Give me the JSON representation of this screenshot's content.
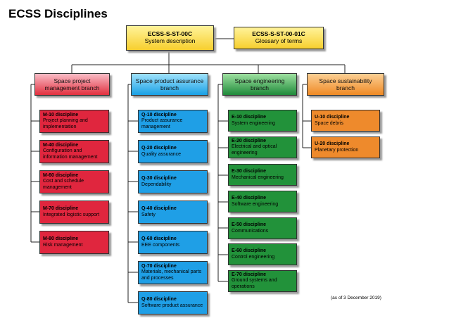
{
  "title": "ECSS Disciplines",
  "top": {
    "system": {
      "code": "ECSS-S-ST-00C",
      "desc": "System description"
    },
    "glossary": {
      "code": "ECSS-S-ST-00-01C",
      "desc": "Glossary of terms"
    }
  },
  "branches": {
    "pm": {
      "label": "Space project management branch"
    },
    "pa": {
      "label": "Space product assurance branch"
    },
    "en": {
      "label": "Space engineering branch"
    },
    "su": {
      "label": "Space sustainability branch"
    }
  },
  "pm": [
    {
      "code": "M-10 discipline",
      "desc": "Project planning and implementation"
    },
    {
      "code": "M-40 discipline",
      "desc": "Configuration and information management"
    },
    {
      "code": "M-60 discipline",
      "desc": "Cost and schedule management"
    },
    {
      "code": "M-70 discipline",
      "desc": "Integrated logistic support"
    },
    {
      "code": "M-80 discipline",
      "desc": "Risk management"
    }
  ],
  "pa": [
    {
      "code": "Q-10 discipline",
      "desc": "Product assurance management"
    },
    {
      "code": "Q-20 discipline",
      "desc": "Quality assurance"
    },
    {
      "code": "Q-30 discipline",
      "desc": "Dependability"
    },
    {
      "code": "Q-40 discipline",
      "desc": "Safety"
    },
    {
      "code": "Q-60 discipline",
      "desc": "EEE components"
    },
    {
      "code": "Q-70 discipline",
      "desc": "Materials, mechanical parts and processes"
    },
    {
      "code": "Q-80 discipline",
      "desc": "Software product assurance"
    }
  ],
  "en": [
    {
      "code": "E-10 discipline",
      "desc": "System engineering"
    },
    {
      "code": "E-20 discipline",
      "desc": "Electrical and optical engineering"
    },
    {
      "code": "E-30 discipline",
      "desc": "Mechanical engineering"
    },
    {
      "code": "E-40 discipline",
      "desc": "Software engineering"
    },
    {
      "code": "E-50 discipline",
      "desc": "Communications"
    },
    {
      "code": "E-60 discipline",
      "desc": "Control engineering"
    },
    {
      "code": "E-70 discipline",
      "desc": "Ground systems and operations"
    }
  ],
  "su": [
    {
      "code": "U-10 discipline",
      "desc": "Space debris"
    },
    {
      "code": "U-20 discipline",
      "desc": "Planetary protection"
    }
  ],
  "note": "(as of 3 December 2019)"
}
